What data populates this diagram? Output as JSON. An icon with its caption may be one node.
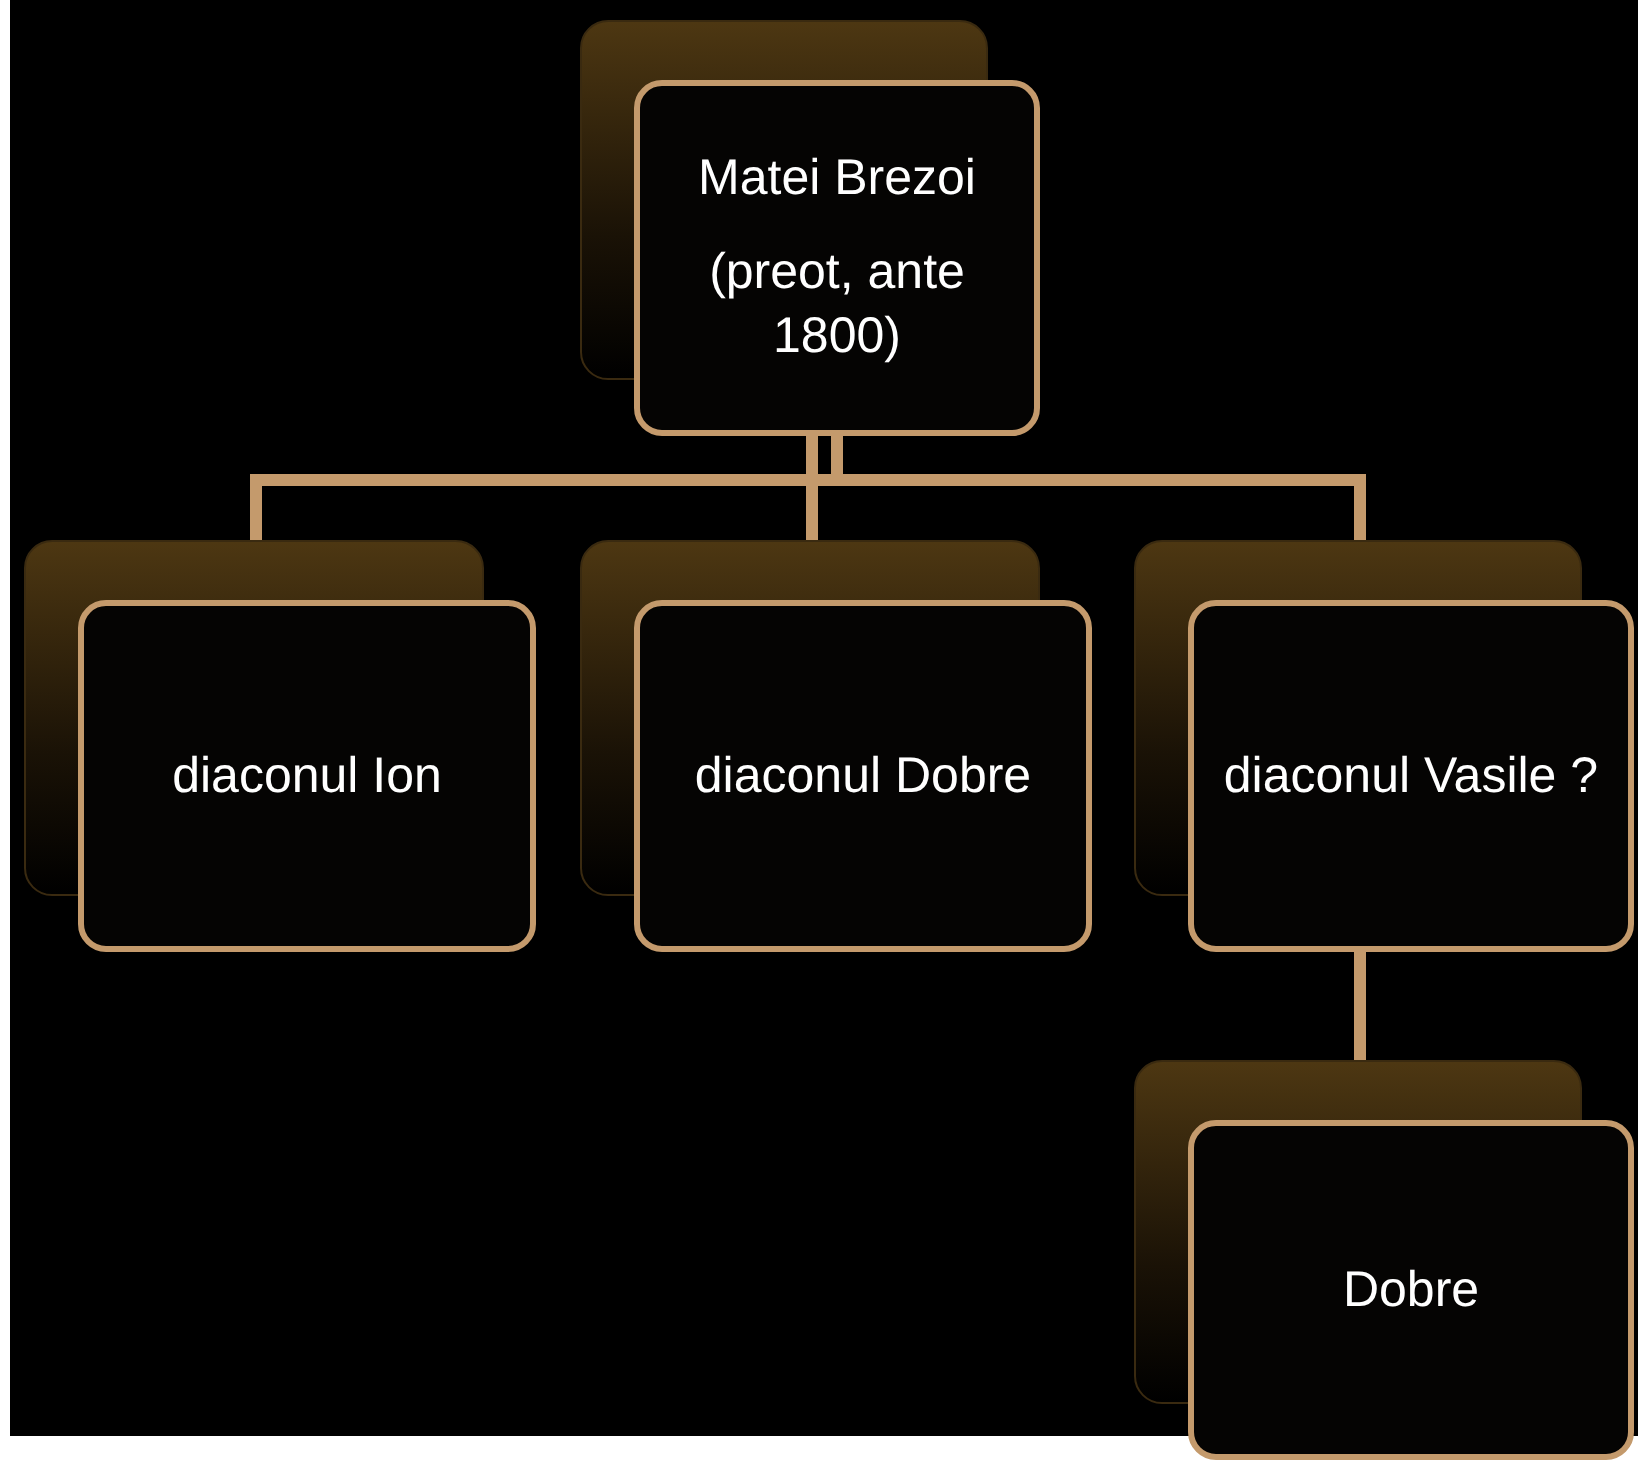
{
  "diagram": {
    "nodes": [
      {
        "text": [
          "Matei Brezoi",
          "(preot, ante 1800)"
        ]
      },
      {
        "text": [
          "diaconul Ion"
        ]
      },
      {
        "text": [
          "diaconul Dobre"
        ]
      },
      {
        "text": [
          "diaconul Vasile ?"
        ]
      },
      {
        "text": [
          "Dobre"
        ]
      }
    ],
    "edges": [
      {
        "from": 0,
        "to": 1,
        "arrow": "none"
      },
      {
        "from": 0,
        "to": 2,
        "arrow": "none"
      },
      {
        "from": 0,
        "to": 3,
        "arrow": "none"
      },
      {
        "from": 3,
        "to": 4,
        "arrow": "none"
      }
    ]
  }
}
